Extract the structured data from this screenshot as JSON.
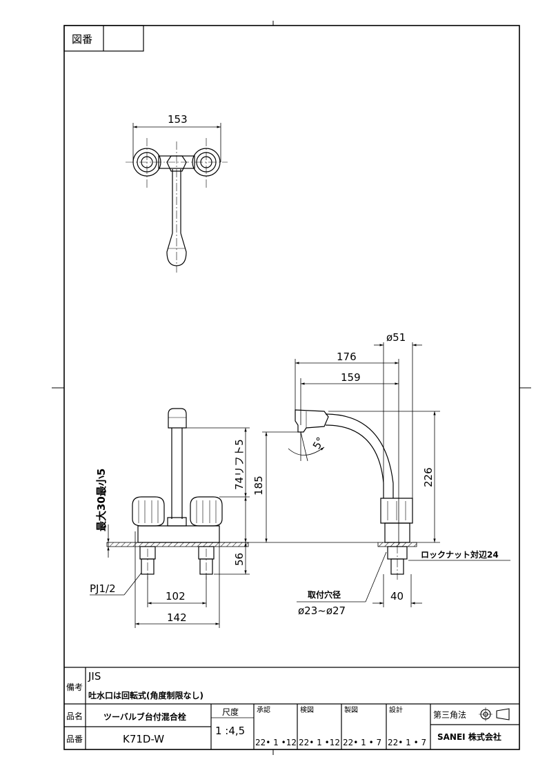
{
  "header": {
    "drawing_number_label": "図番",
    "drawing_number_value": ""
  },
  "top_view": {
    "width_dim": "153"
  },
  "front_view": {
    "lift_dim": "74リフト5",
    "height_dim": "185",
    "deck_thickness_dim": "最大30最小5",
    "shank_dim": "56",
    "thread_label": "PJ1/2",
    "center_dim": "102",
    "overall_width_dim": "142"
  },
  "side_view": {
    "aerator_dia_dim": "ø51",
    "reach_dim": "176",
    "spout_reach_dim": "159",
    "angle_dim": "5°",
    "overall_height_dim": "226",
    "locknut_label": "ロックナット対辺24",
    "mount_hole_label": "取付穴径",
    "mount_hole_range": "ø23~ø27",
    "shank_offset_dim": "40"
  },
  "title_block": {
    "remarks_label": "備考",
    "remarks_line1": "JIS",
    "remarks_line2": "吐水口は回転式(角度制限なし)",
    "name_label": "品名",
    "name_value": "ツーバルブ台付混合栓",
    "part_label": "品番",
    "part_value": "K71D-W",
    "scale_label": "尺度",
    "scale_value": "1 :4,5",
    "approved_label": "承認",
    "approved_date": "22• 1 •12",
    "checked_label": "検図",
    "checked_date": "22• 1 •12",
    "drawn_label": "製図",
    "drawn_date": "22• 1 • 7",
    "designed_label": "設計",
    "designed_date": "22• 1 • 7",
    "projection_label": "第三角法",
    "company": "SANEI 株式会社"
  }
}
